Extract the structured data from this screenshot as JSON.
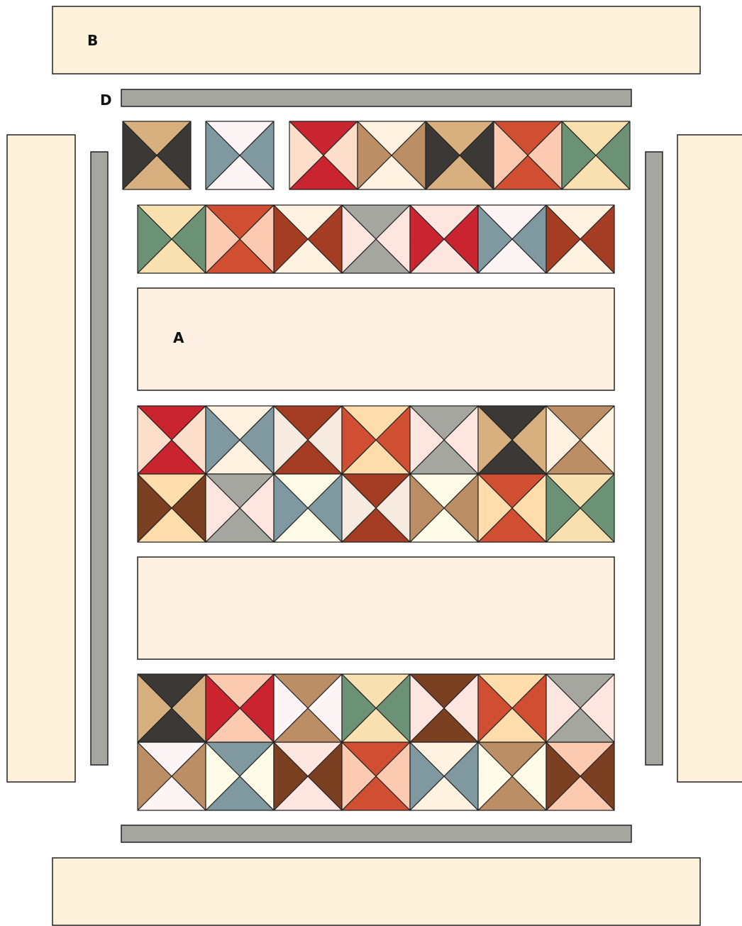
{
  "labels": {
    "a": "A",
    "b": "B",
    "d": "D"
  },
  "colors": {
    "outline": "#222222",
    "border_wide": "#fff2dd",
    "border_narrow": "#a4a69f",
    "background_panel": "#fff0e4",
    "palette": {
      "black": "#3b3835",
      "tan": "#d8b07f",
      "slate": "#8098a0",
      "mist": "#fcf4f5",
      "red": "#c9242f",
      "blush": "#fcdecb",
      "camel": "#bb8e65",
      "cream": "#fff2e1",
      "orange": "#d04f33",
      "peach": "#fccab1",
      "sage": "#6b9275",
      "butter": "#f9e0b1",
      "rust": "#a53d25",
      "pink": "#fde6e0",
      "gray": "#a4a69f",
      "brown": "#7b3f22",
      "apricot": "#fedcab",
      "ivory": "#fffbe9",
      "linen": "#f7ebdf"
    }
  },
  "quilt_rows": [
    {
      "row": "top",
      "blocks": [
        [
          "tan",
          "black"
        ],
        [
          "mist",
          "slate"
        ],
        [
          "red",
          "blush"
        ],
        [
          "cream",
          "camel"
        ],
        [
          "tan",
          "black"
        ],
        [
          "orange",
          "peach"
        ],
        [
          "butter",
          "sage"
        ]
      ]
    },
    {
      "row": "second",
      "blocks": [
        [
          "butter",
          "sage"
        ],
        [
          "orange",
          "peach"
        ],
        [
          "cream",
          "rust"
        ],
        [
          "gray",
          "pink"
        ],
        [
          "pink",
          "red"
        ],
        [
          "mist",
          "slate"
        ],
        [
          "cream",
          "rust"
        ]
      ]
    },
    {
      "row": "third",
      "blocks": [
        [
          "red",
          "blush"
        ],
        [
          "cream",
          "slate"
        ],
        [
          "rust",
          "linen"
        ],
        [
          "apricot",
          "orange"
        ],
        [
          "gray",
          "pink"
        ],
        [
          "black",
          "tan"
        ],
        [
          "camel",
          "cream"
        ]
      ]
    },
    {
      "row": "fourth",
      "blocks": [
        [
          "apricot",
          "brown"
        ],
        [
          "gray",
          "pink"
        ],
        [
          "ivory",
          "slate"
        ],
        [
          "rust",
          "linen"
        ],
        [
          "ivory",
          "camel"
        ],
        [
          "orange",
          "apricot"
        ],
        [
          "butter",
          "sage"
        ]
      ]
    },
    {
      "row": "fifth",
      "blocks": [
        [
          "black",
          "tan"
        ],
        [
          "peach",
          "red"
        ],
        [
          "camel",
          "mist"
        ],
        [
          "butter",
          "sage"
        ],
        [
          "brown",
          "pink"
        ],
        [
          "apricot",
          "orange"
        ],
        [
          "gray",
          "pink"
        ]
      ]
    },
    {
      "row": "bottom",
      "blocks": [
        [
          "mist",
          "camel"
        ],
        [
          "slate",
          "ivory"
        ],
        [
          "pink",
          "brown"
        ],
        [
          "orange",
          "peach"
        ],
        [
          "cream",
          "slate"
        ],
        [
          "camel",
          "ivory"
        ],
        [
          "peach",
          "brown"
        ]
      ]
    }
  ]
}
